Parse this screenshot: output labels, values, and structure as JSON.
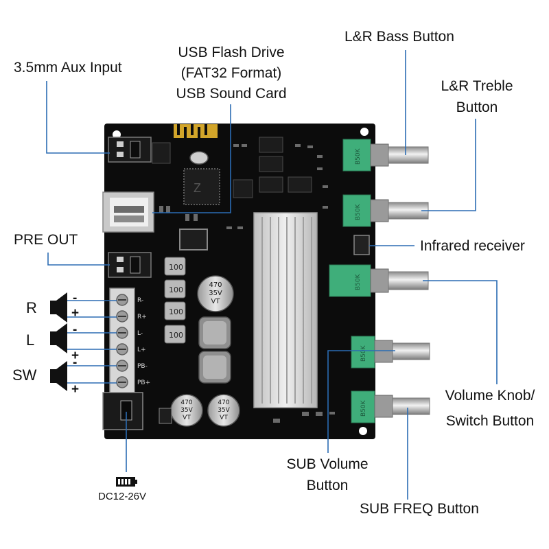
{
  "labels": {
    "aux_input": "3.5mm Aux Input",
    "usb_line1": "USB Flash Drive",
    "usb_line2": "(FAT32 Format)",
    "usb_line3": "USB Sound Card",
    "bass_button": "L&R Bass Button",
    "treble_line1": "L&R Treble",
    "treble_line2": "Button",
    "pre_out": "PRE OUT",
    "infrared": "Infrared receiver",
    "volume_line1": "Volume Knob/",
    "volume_line2": "Switch Button",
    "sub_volume_line1": "SUB Volume",
    "sub_volume_line2": "Button",
    "sub_freq": "SUB FREQ Button",
    "power": "DC12-26V"
  },
  "channels": {
    "right": "R",
    "left": "L",
    "subwoofer": "SW",
    "minus": "-",
    "plus": "+"
  },
  "board": {
    "pot_marking": "B50K",
    "terminal_labels": [
      "R-",
      "R+",
      "L-",
      "L+",
      "PB-",
      "PB+"
    ],
    "inductor_marking": "100",
    "cap_value": "470",
    "cap_voltage": "35V",
    "cap_series": "VT"
  },
  "colors": {
    "board": "#0c0c0c",
    "pot_green": "#3fae7a",
    "heatsink": "#d9d9d9",
    "callout_line": "#2b6cb3"
  }
}
